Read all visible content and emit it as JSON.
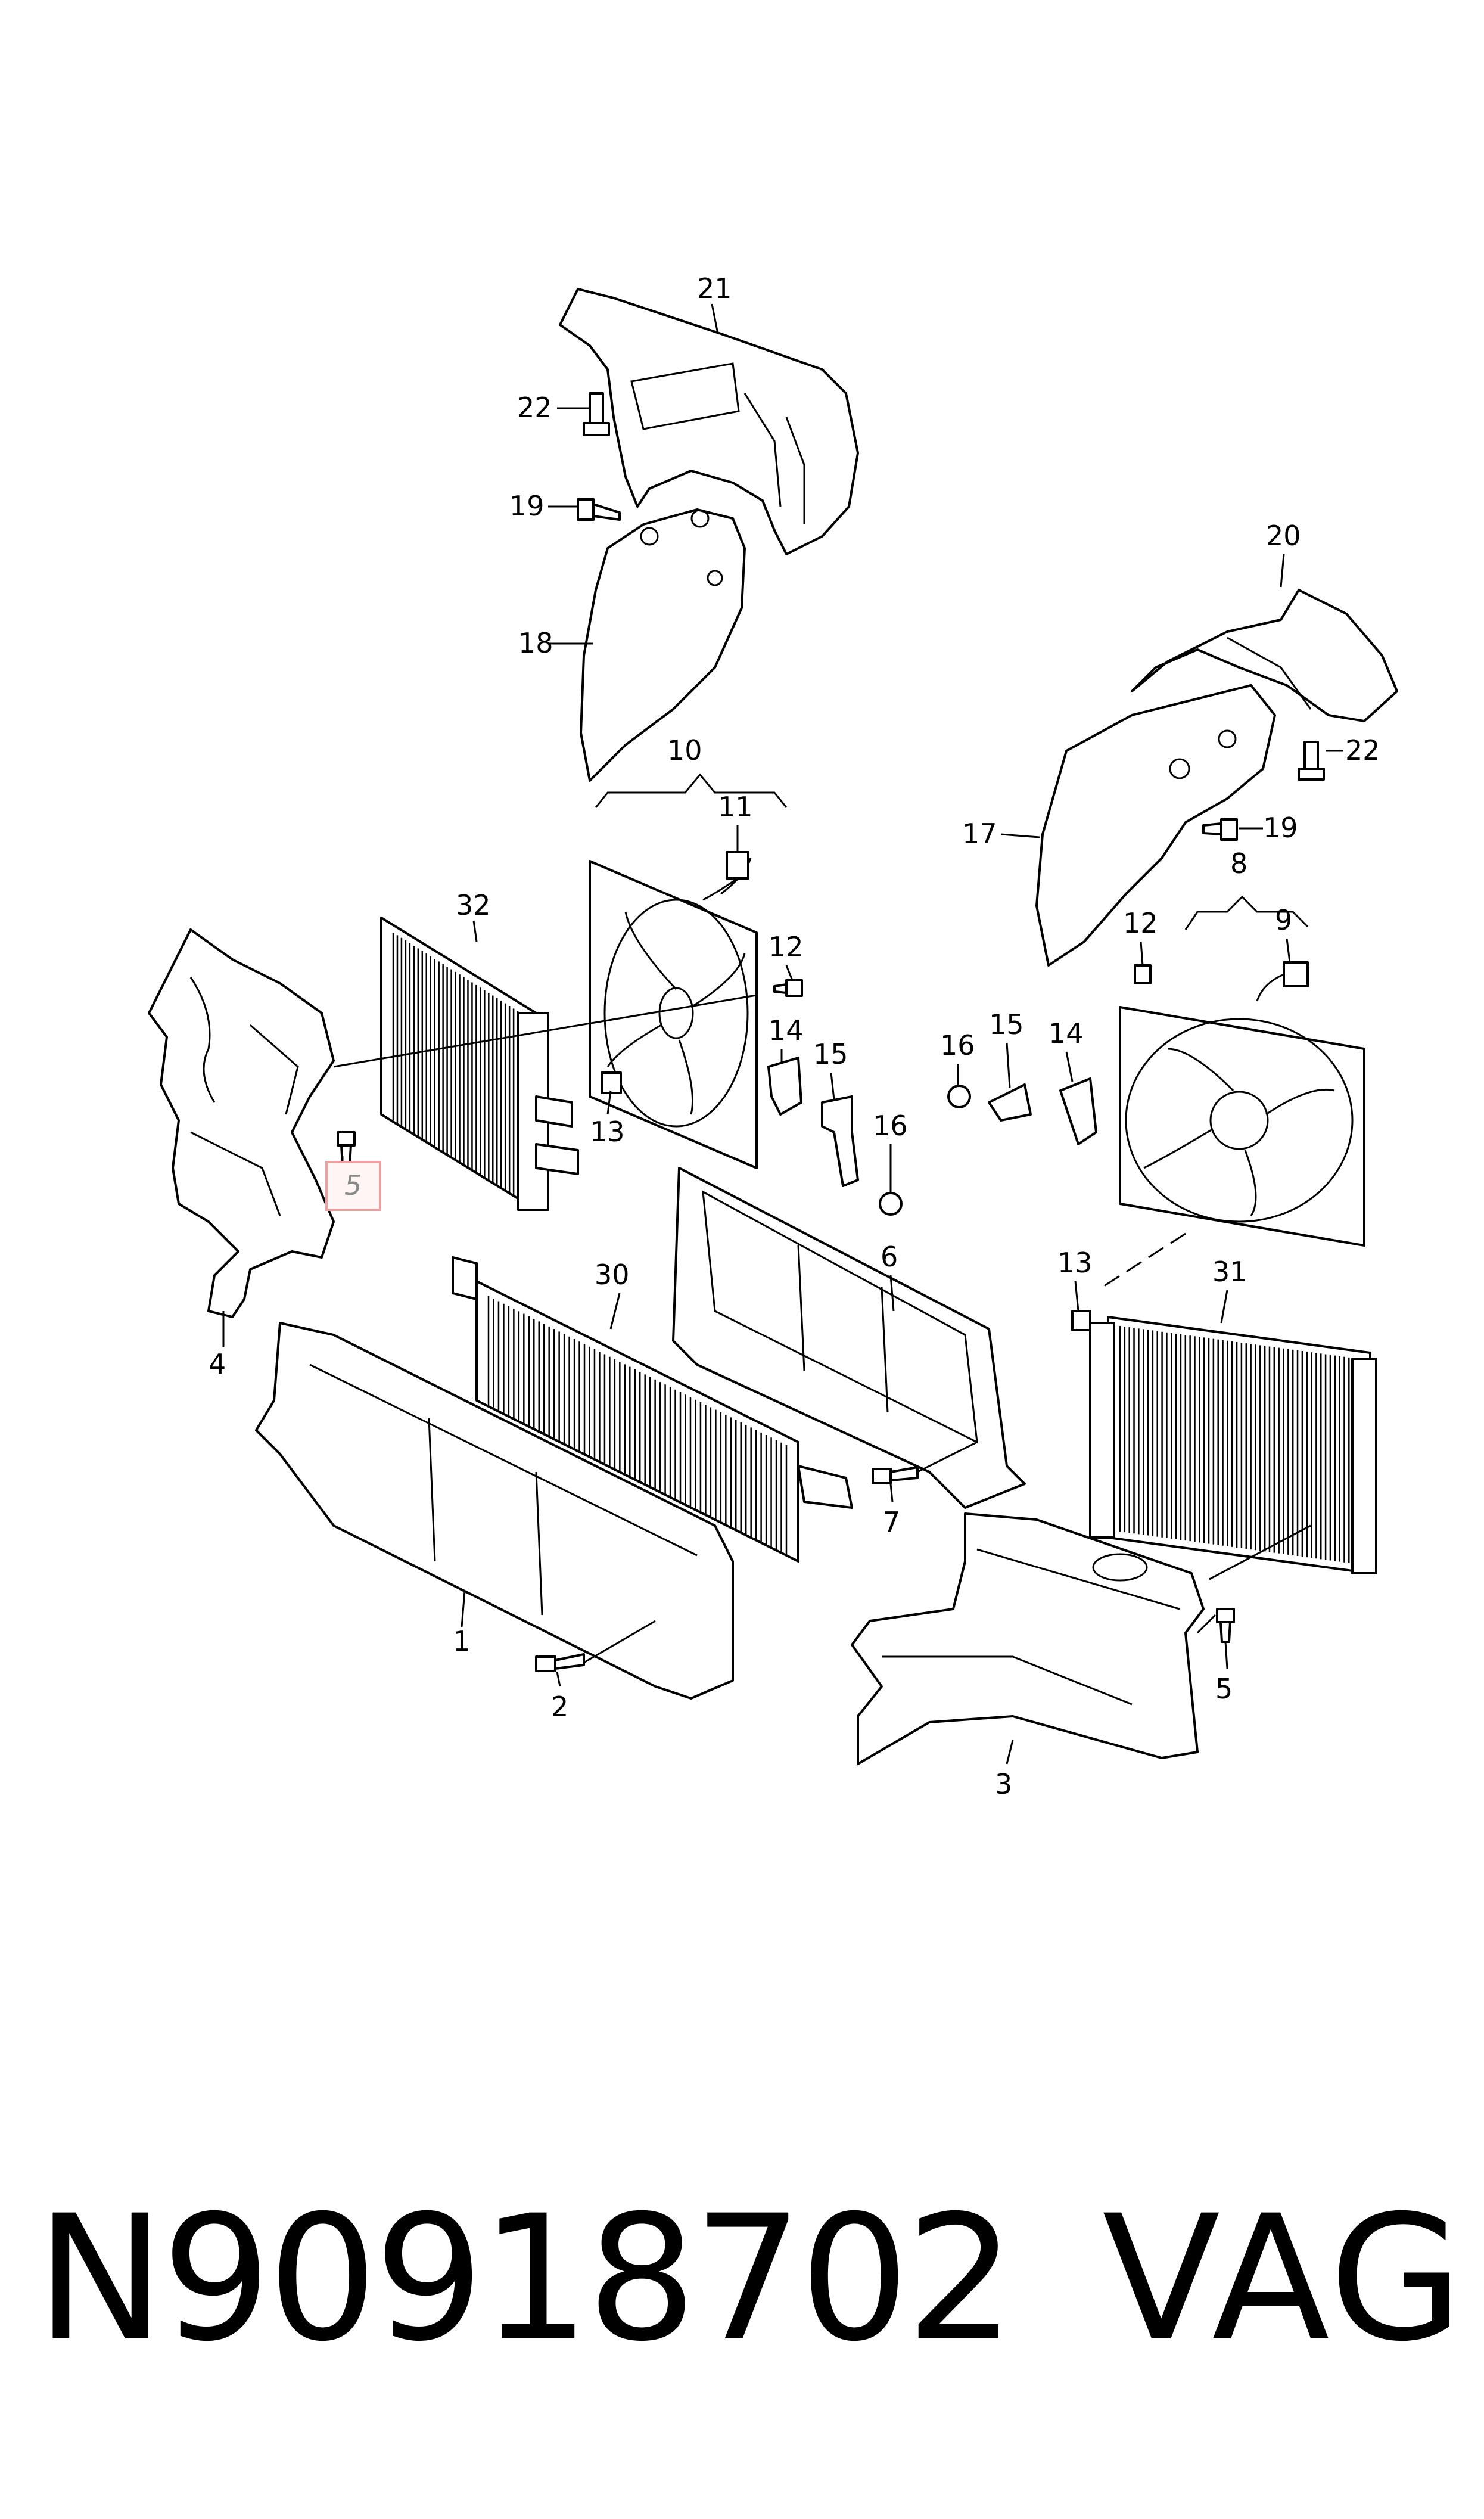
{
  "diagram": {
    "callouts": [
      {
        "id": "c21",
        "label": "21"
      },
      {
        "id": "c22a",
        "label": "22"
      },
      {
        "id": "c19a",
        "label": "19"
      },
      {
        "id": "c18",
        "label": "18"
      },
      {
        "id": "c20",
        "label": "20"
      },
      {
        "id": "c22b",
        "label": "22"
      },
      {
        "id": "c19b",
        "label": "19"
      },
      {
        "id": "c17",
        "label": "17"
      },
      {
        "id": "c10",
        "label": "10"
      },
      {
        "id": "c11",
        "label": "11"
      },
      {
        "id": "c32",
        "label": "32"
      },
      {
        "id": "c12a",
        "label": "12"
      },
      {
        "id": "c14a",
        "label": "14"
      },
      {
        "id": "c15a",
        "label": "15"
      },
      {
        "id": "c16a",
        "label": "16"
      },
      {
        "id": "c13a",
        "label": "13"
      },
      {
        "id": "c8",
        "label": "8"
      },
      {
        "id": "c9",
        "label": "9"
      },
      {
        "id": "c12b",
        "label": "12"
      },
      {
        "id": "c16b",
        "label": "16"
      },
      {
        "id": "c15b",
        "label": "15"
      },
      {
        "id": "c14b",
        "label": "14"
      },
      {
        "id": "c5a",
        "label": "5"
      },
      {
        "id": "c4",
        "label": "4"
      },
      {
        "id": "c6",
        "label": "6"
      },
      {
        "id": "c30",
        "label": "30"
      },
      {
        "id": "c7",
        "label": "7"
      },
      {
        "id": "c13b",
        "label": "13"
      },
      {
        "id": "c31",
        "label": "31"
      },
      {
        "id": "c1",
        "label": "1"
      },
      {
        "id": "c2",
        "label": "2"
      },
      {
        "id": "c5b",
        "label": "5"
      },
      {
        "id": "c3",
        "label": "3"
      }
    ],
    "highlighted_callout": "c5a",
    "highlight_color": "#e8a0a0"
  },
  "footer": {
    "part_number": "N90918702",
    "brand": "VAG"
  }
}
